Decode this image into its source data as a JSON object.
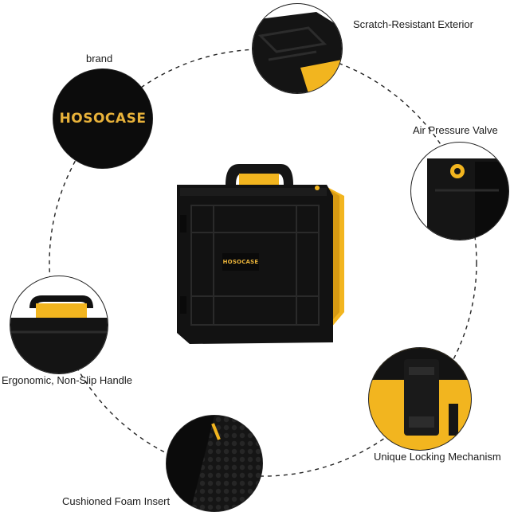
{
  "labels": {
    "brand": "brand",
    "scratch": "Scratch-Resistant Exterior",
    "air_valve": "Air Pressure Valve",
    "handle": "Ergonomic, Non-Slip Handle",
    "locking": "Unique Locking Mechanism",
    "foam": "Cushioned Foam Insert"
  },
  "brand_logo_text": "HOSOCASE",
  "case_logo_text": "HOSOCASE",
  "colors": {
    "case_body": "#121212",
    "accent_yellow": "#f2b51f",
    "logo_gold": "#e8b23a",
    "dashed_ring": "#222222"
  }
}
